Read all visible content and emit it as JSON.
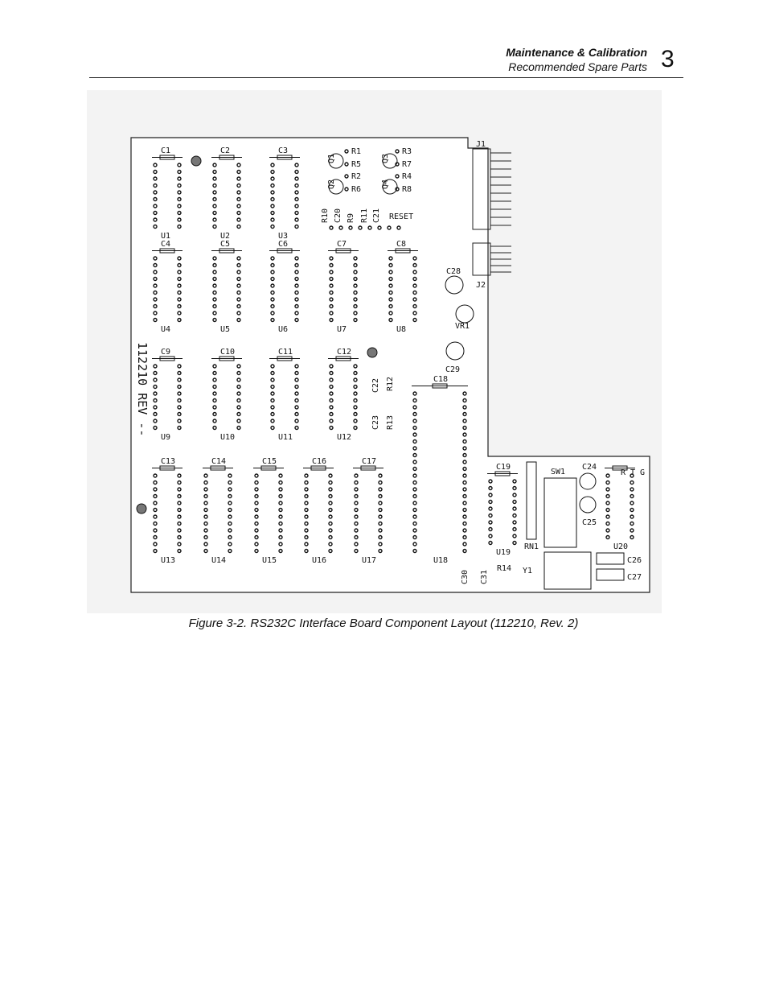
{
  "header": {
    "section_title": "Maintenance & Calibration",
    "subsection_title": "Recommended Spare Parts",
    "chapter_number": "3"
  },
  "figure": {
    "caption": "Figure 3-2.  RS232C Interface Board Component Layout (112210, Rev. 2)",
    "board_id_text": "112210 REV --",
    "components": {
      "capacitors": [
        "C1",
        "C2",
        "C3",
        "C4",
        "C5",
        "C6",
        "C7",
        "C8",
        "C9",
        "C10",
        "C11",
        "C12",
        "C13",
        "C14",
        "C15",
        "C16",
        "C17",
        "C18",
        "C19",
        "C20",
        "C21",
        "C22",
        "C23",
        "C24",
        "C25",
        "C26",
        "C27",
        "C28",
        "C29",
        "C30",
        "C31"
      ],
      "ics": [
        "U1",
        "U2",
        "U3",
        "U4",
        "U5",
        "U6",
        "U7",
        "U8",
        "U9",
        "U10",
        "U11",
        "U12",
        "U13",
        "U14",
        "U15",
        "U16",
        "U17",
        "U18",
        "U19",
        "U20"
      ],
      "resistors": [
        "R1",
        "R2",
        "R3",
        "R4",
        "R5",
        "R6",
        "R7",
        "R8",
        "R9",
        "R10",
        "R11",
        "R12",
        "R13",
        "R14"
      ],
      "transistors": [
        "Q1",
        "Q2",
        "Q3",
        "Q4"
      ],
      "connectors": [
        "J1",
        "J2"
      ],
      "other": [
        "RESET",
        "VR1",
        "SW1",
        "RN1",
        "Y1",
        "R",
        "T",
        "G"
      ]
    }
  }
}
